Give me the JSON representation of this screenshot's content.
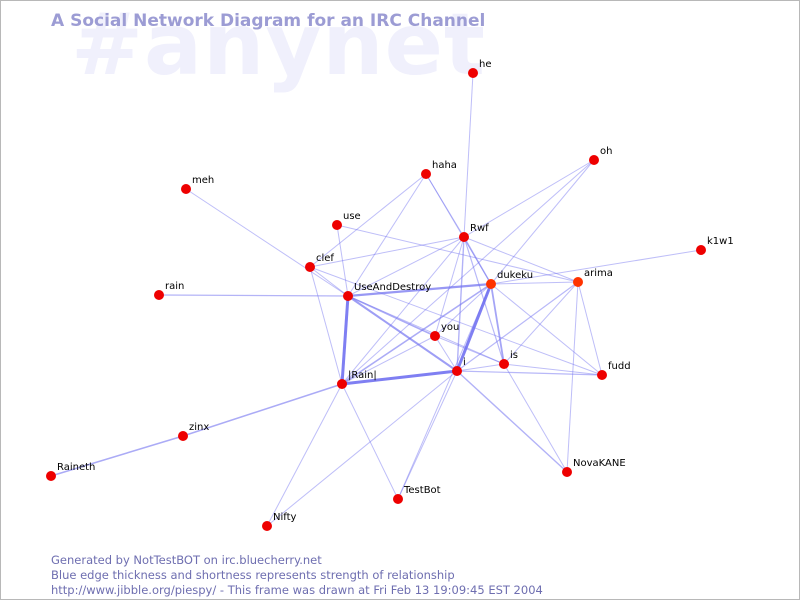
{
  "watermark": "#anynet",
  "title": "A Social Network Diagram for an IRC Channel",
  "footer": {
    "line1": "Generated by NotTestBOT on irc.bluecherry.net",
    "line2": "Blue edge thickness and shortness represents strength of relationship",
    "line3": "http://www.jibble.org/piespy/ - This frame was drawn at Fri Feb 13 19:09:45 EST 2004"
  },
  "colors": {
    "node": "#ee0000",
    "node_active": "#ff3300",
    "edge": "#6f6ff0",
    "title": "#9c9cd4",
    "watermark": "#f0f0fc"
  },
  "nodes": [
    {
      "id": "he",
      "label": "he"
    },
    {
      "id": "oh",
      "label": "oh"
    },
    {
      "id": "haha",
      "label": "haha"
    },
    {
      "id": "meh",
      "label": "meh"
    },
    {
      "id": "use",
      "label": "use"
    },
    {
      "id": "Rwf",
      "label": "Rwf"
    },
    {
      "id": "k1w1",
      "label": "k1w1"
    },
    {
      "id": "clef",
      "label": "clef"
    },
    {
      "id": "dukeku",
      "label": "dukeku"
    },
    {
      "id": "arima",
      "label": "arima"
    },
    {
      "id": "rain",
      "label": "rain"
    },
    {
      "id": "UseAndDestroy",
      "label": "UseAndDestroy"
    },
    {
      "id": "you",
      "label": "you"
    },
    {
      "id": "is",
      "label": "is"
    },
    {
      "id": "i",
      "label": "i"
    },
    {
      "id": "fudd",
      "label": "fudd"
    },
    {
      "id": "Rain",
      "label": "|Rain|"
    },
    {
      "id": "zinx",
      "label": "zinx"
    },
    {
      "id": "NovaKANE",
      "label": "NovaKANE"
    },
    {
      "id": "Raineth",
      "label": "Raineth"
    },
    {
      "id": "TestBot",
      "label": "TestBot"
    },
    {
      "id": "Nifty",
      "label": "Nifty"
    }
  ],
  "edges": [
    {
      "a": "UseAndDestroy",
      "b": "Rain",
      "w": 3
    },
    {
      "a": "Rain",
      "b": "i",
      "w": 3
    },
    {
      "a": "dukeku",
      "b": "i",
      "w": 3
    },
    {
      "a": "UseAndDestroy",
      "b": "dukeku",
      "w": 2.2
    },
    {
      "a": "UseAndDestroy",
      "b": "i",
      "w": 2
    },
    {
      "a": "UseAndDestroy",
      "b": "you",
      "w": 1.6
    },
    {
      "a": "dukeku",
      "b": "Rain",
      "w": 1.6
    },
    {
      "a": "dukeku",
      "b": "is",
      "w": 1.8
    },
    {
      "a": "Rwf",
      "b": "dukeku",
      "w": 1.4
    },
    {
      "a": "Rwf",
      "b": "i",
      "w": 1.4
    },
    {
      "a": "Rwf",
      "b": "is",
      "w": 1.2
    },
    {
      "a": "Rwf",
      "b": "Rain",
      "w": 1
    },
    {
      "a": "Rwf",
      "b": "UseAndDestroy",
      "w": 1
    },
    {
      "a": "Rwf",
      "b": "clef",
      "w": 1
    },
    {
      "a": "Rwf",
      "b": "arima",
      "w": 1
    },
    {
      "a": "Rwf",
      "b": "haha",
      "w": 1
    },
    {
      "a": "Rwf",
      "b": "he",
      "w": 1
    },
    {
      "a": "Rwf",
      "b": "oh",
      "w": 1
    },
    {
      "a": "Rwf",
      "b": "you",
      "w": 1
    },
    {
      "a": "haha",
      "b": "clef",
      "w": 1
    },
    {
      "a": "haha",
      "b": "UseAndDestroy",
      "w": 1
    },
    {
      "a": "haha",
      "b": "dukeku",
      "w": 1
    },
    {
      "a": "oh",
      "b": "dukeku",
      "w": 1
    },
    {
      "a": "oh",
      "b": "Rain",
      "w": 1
    },
    {
      "a": "use",
      "b": "UseAndDestroy",
      "w": 1
    },
    {
      "a": "use",
      "b": "arima",
      "w": 1
    },
    {
      "a": "meh",
      "b": "UseAndDestroy",
      "w": 1
    },
    {
      "a": "rain",
      "b": "UseAndDestroy",
      "w": 1.3
    },
    {
      "a": "k1w1",
      "b": "dukeku",
      "w": 1
    },
    {
      "a": "clef",
      "b": "Rain",
      "w": 1
    },
    {
      "a": "clef",
      "b": "UseAndDestroy",
      "w": 1
    },
    {
      "a": "clef",
      "b": "fudd",
      "w": 1
    },
    {
      "a": "arima",
      "b": "dukeku",
      "w": 1
    },
    {
      "a": "arima",
      "b": "i",
      "w": 1.2
    },
    {
      "a": "arima",
      "b": "is",
      "w": 1
    },
    {
      "a": "arima",
      "b": "fudd",
      "w": 1
    },
    {
      "a": "arima",
      "b": "NovaKANE",
      "w": 1
    },
    {
      "a": "dukeku",
      "b": "you",
      "w": 1
    },
    {
      "a": "dukeku",
      "b": "fudd",
      "w": 1
    },
    {
      "a": "dukeku",
      "b": "TestBot",
      "w": 1
    },
    {
      "a": "you",
      "b": "i",
      "w": 1
    },
    {
      "a": "you",
      "b": "is",
      "w": 1
    },
    {
      "a": "you",
      "b": "Rain",
      "w": 1
    },
    {
      "a": "i",
      "b": "fudd",
      "w": 1.2
    },
    {
      "a": "i",
      "b": "NovaKANE",
      "w": 1.4
    },
    {
      "a": "i",
      "b": "TestBot",
      "w": 1
    },
    {
      "a": "i",
      "b": "Nifty",
      "w": 1
    },
    {
      "a": "i",
      "b": "is",
      "w": 1
    },
    {
      "a": "is",
      "b": "fudd",
      "w": 1
    },
    {
      "a": "is",
      "b": "NovaKANE",
      "w": 1
    },
    {
      "a": "UseAndDestroy",
      "b": "is",
      "w": 1
    },
    {
      "a": "Rain",
      "b": "zinx",
      "w": 1.6
    },
    {
      "a": "zinx",
      "b": "Raineth",
      "w": 1.6
    },
    {
      "a": "Rain",
      "b": "Nifty",
      "w": 1
    },
    {
      "a": "Rain",
      "b": "TestBot",
      "w": 1
    }
  ]
}
